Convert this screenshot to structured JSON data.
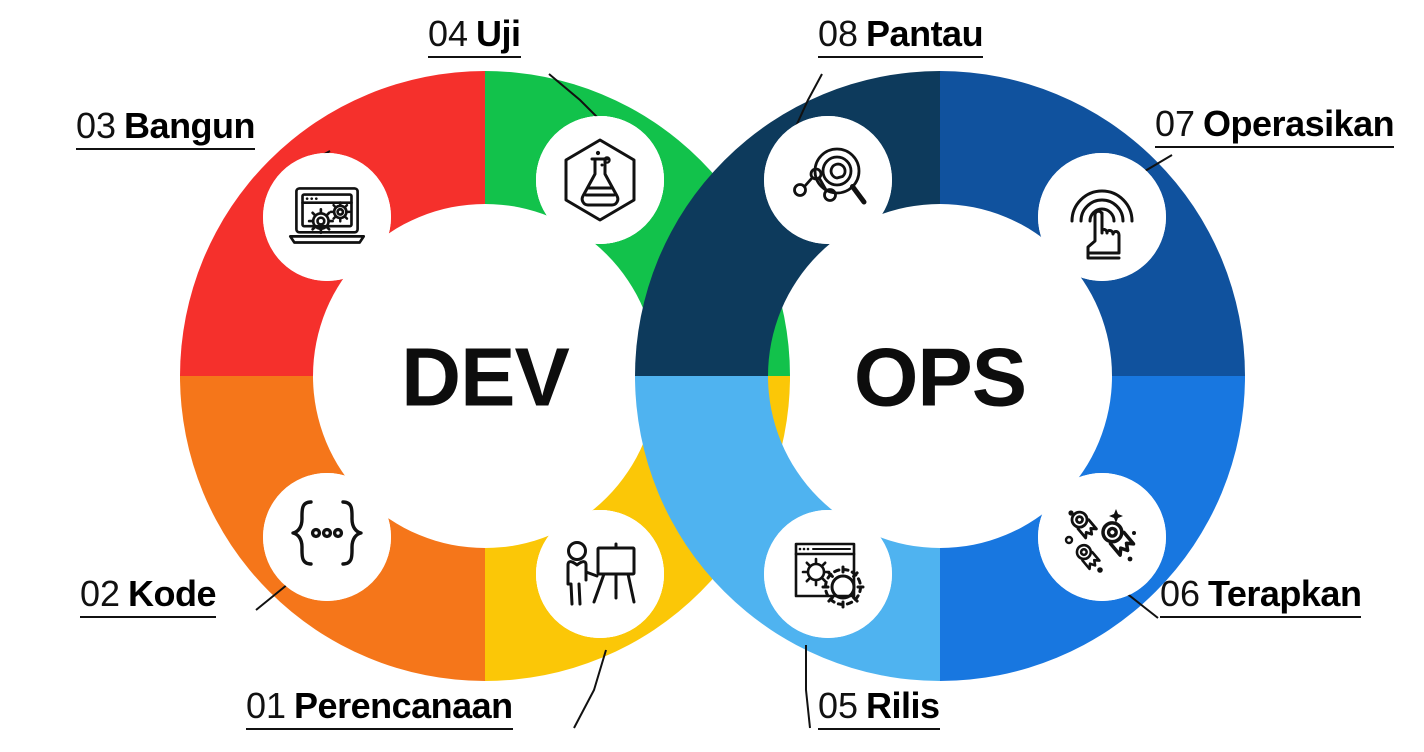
{
  "diagram": {
    "type": "devops-infinity-loop",
    "centers": {
      "left": "DEV",
      "right": "OPS"
    },
    "colors": {
      "plan_yellow": "#FBC707",
      "code_orange": "#F5761A",
      "build_red": "#F5302C",
      "test_green": "#12C24B",
      "release_skyblue": "#4FB3F0",
      "deploy_blue": "#1877E0",
      "operate_darkblue": "#10529E",
      "monitor_navy": "#0D3A5C",
      "badge_fill": "#FFFFFF",
      "icon_stroke": "#111111",
      "text": "#000000",
      "background": "#FFFFFF"
    },
    "stages": [
      {
        "num": "01",
        "title": "Perencanaan",
        "icon": "presentation-easel-icon",
        "color": "#FBC707",
        "side": "dev"
      },
      {
        "num": "02",
        "title": "Kode",
        "icon": "curly-braces-icon",
        "color": "#F5761A",
        "side": "dev"
      },
      {
        "num": "03",
        "title": "Bangun",
        "icon": "laptop-gear-icon",
        "color": "#F5302C",
        "side": "dev"
      },
      {
        "num": "04",
        "title": "Uji",
        "icon": "flask-hexagon-icon",
        "color": "#12C24B",
        "side": "dev"
      },
      {
        "num": "05",
        "title": "Rilis",
        "icon": "browser-gears-icon",
        "color": "#4FB3F0",
        "side": "ops"
      },
      {
        "num": "06",
        "title": "Terapkan",
        "icon": "rockets-icon",
        "color": "#1877E0",
        "side": "ops"
      },
      {
        "num": "07",
        "title": "Operasikan",
        "icon": "tap-hand-icon",
        "color": "#10529E",
        "side": "ops"
      },
      {
        "num": "08",
        "title": "Pantau",
        "icon": "magnifier-chart-icon",
        "color": "#0D3A5C",
        "side": "ops"
      }
    ]
  }
}
